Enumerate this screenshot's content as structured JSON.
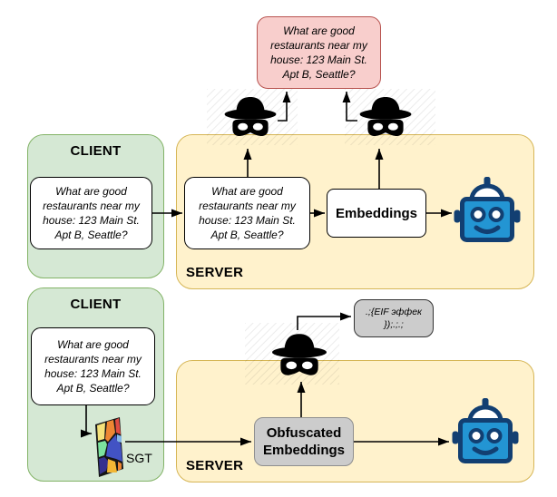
{
  "palette": {
    "leaked_query_fill": "#f8cecc",
    "leaked_query_stroke": "#b85450",
    "client_fill": "#d5e8d4",
    "client_stroke": "#82b366",
    "server_fill": "#fff2cc",
    "server_stroke": "#d6b656",
    "gray_node_fill": "#cccccc",
    "robot_blue": "#2395d3",
    "robot_navy": "#123f72",
    "spy_black": "#000000"
  },
  "top_flow": {
    "intercepted_query": "What are good\nrestaurants near my\nhouse: 123 Main St.\nApt B, Seattle?",
    "client": {
      "title": "CLIENT",
      "query": "What are good\nrestaurants near my\nhouse: 123 Main St.\nApt B, Seattle?"
    },
    "server": {
      "title": "SERVER",
      "query": "What are good\nrestaurants near my\nhouse: 123 Main St.\nApt B, Seattle?",
      "embeddings_label": "Embeddings"
    }
  },
  "bottom_flow": {
    "intercepted_garbage": ".;{EIF эффек\n});.;.;",
    "client": {
      "title": "CLIENT",
      "query": "What are good\nrestaurants near my\nhouse: 123 Main St.\nApt B, Seattle?",
      "sgt_label": "SGT"
    },
    "server": {
      "title": "SERVER",
      "obfuscated_embeddings_label": "Obfuscated\nEmbeddings"
    }
  },
  "icons": {
    "spy": "incognito-attacker-icon",
    "robot": "llm-chatbot-robot-icon",
    "sgt": "sgt-stained-glass-icon"
  }
}
